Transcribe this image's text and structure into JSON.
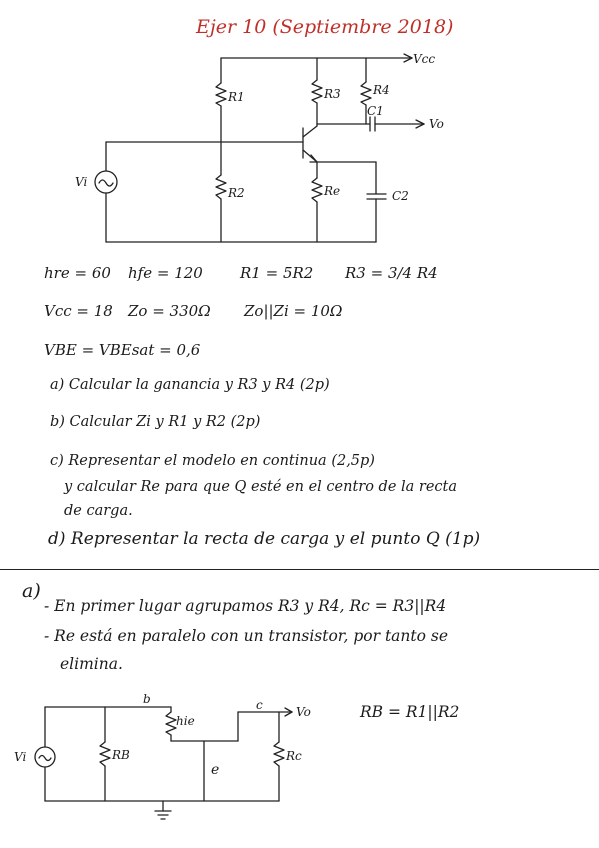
{
  "title": "Ejer 10 (Septiembre 2018)",
  "circuit1": {
    "vcc": "Vcc",
    "vo": "Vo",
    "r1": "R1",
    "r2": "R2",
    "r3": "R3",
    "r4": "R4",
    "re": "Re",
    "c1": "C1",
    "c2": "C2",
    "vi": "Vi"
  },
  "params": {
    "line1": [
      "hre = 60",
      "hfe = 120",
      "R1 = 5R2",
      "R3 = 3/4 R4"
    ],
    "line2": [
      "Vcc = 18",
      "Zo = 330Ω",
      "Zo||Zi = 10Ω"
    ],
    "line3": "VBE = VBEsat = 0,6"
  },
  "questions": {
    "a": "a) Calcular la ganancia y R3 y R4 (2p)",
    "b": "b) Calcular Zi y R1 y R2 (2p)",
    "c1": "c) Representar el modelo en continua (2,5p)",
    "c2": "y calcular Re para que Q esté en el centro de la recta",
    "c3": "de carga.",
    "d": "d) Representar la recta de carga y el punto Q (1p)"
  },
  "solution": {
    "marker": "a)",
    "line1": "- En primer lugar agrupamos R3 y R4, Rc = R3||R4",
    "line2": "- Re está en paralelo con un transistor, por tanto se",
    "line3": "elimina.",
    "rb_eq": "RB = R1||R2"
  },
  "circuit2": {
    "vi": "Vi",
    "rb": "RB",
    "hie": "hie",
    "b": "b",
    "c": "c",
    "e": "e",
    "vo": "Vo",
    "rc": "Rc"
  }
}
